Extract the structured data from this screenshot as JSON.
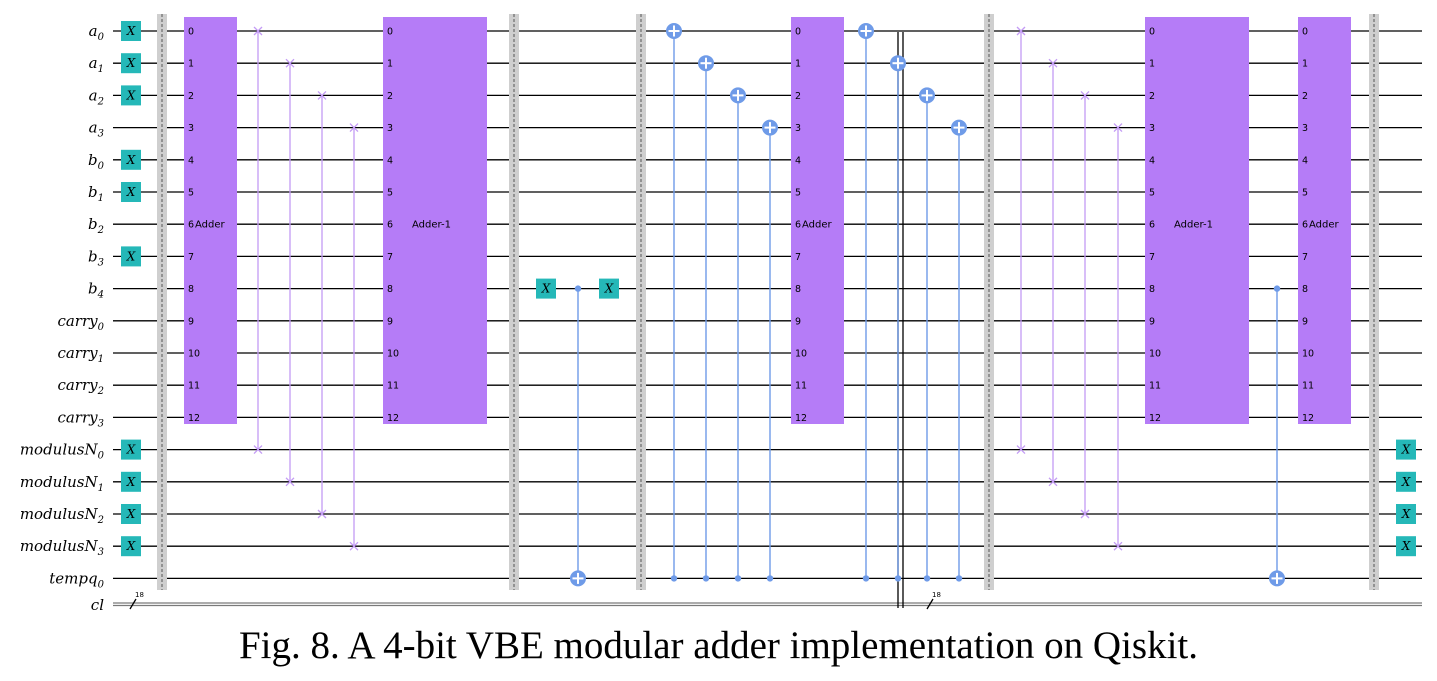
{
  "caption": "Fig. 8. A 4-bit VBE modular adder implementation on Qiskit.",
  "qubits": [
    {
      "base": "a",
      "sub": "0"
    },
    {
      "base": "a",
      "sub": "1"
    },
    {
      "base": "a",
      "sub": "2"
    },
    {
      "base": "a",
      "sub": "3"
    },
    {
      "base": "b",
      "sub": "0"
    },
    {
      "base": "b",
      "sub": "1"
    },
    {
      "base": "b",
      "sub": "2"
    },
    {
      "base": "b",
      "sub": "3"
    },
    {
      "base": "b",
      "sub": "4"
    },
    {
      "base": "carry",
      "sub": "0"
    },
    {
      "base": "carry",
      "sub": "1"
    },
    {
      "base": "carry",
      "sub": "2"
    },
    {
      "base": "carry",
      "sub": "3"
    },
    {
      "base": "modulusN",
      "sub": "0"
    },
    {
      "base": "modulusN",
      "sub": "1"
    },
    {
      "base": "modulusN",
      "sub": "2"
    },
    {
      "base": "modulusN",
      "sub": "3"
    },
    {
      "base": "tempq",
      "sub": "0"
    }
  ],
  "classical_register": {
    "name": "cl",
    "size_label": "18"
  },
  "x_gate_label": "X",
  "block_pins": [
    "0",
    "1",
    "2",
    "3",
    "4",
    "5",
    "6",
    "7",
    "8",
    "9",
    "10",
    "11",
    "12"
  ],
  "blocks": [
    {
      "label": "Adder",
      "label_style": "inline"
    },
    {
      "label": "Adder-1",
      "label_style": "offset"
    },
    {
      "label": "Adder",
      "label_style": "inline"
    },
    {
      "label": "Adder-1",
      "label_style": "offset"
    },
    {
      "label": "Adder",
      "label_style": "inline"
    }
  ],
  "circuit": {
    "initial_x_qubits": [
      0,
      1,
      2,
      4,
      5,
      7,
      13,
      14,
      15,
      16
    ],
    "swap_group_1": [
      [
        0,
        13
      ],
      [
        1,
        14
      ],
      [
        2,
        15
      ],
      [
        3,
        16
      ]
    ],
    "b4_x_gates": 2,
    "cnot_b4_to_tempq": {
      "control": 8,
      "target": 17
    },
    "cnot_group_1": [
      [
        17,
        0
      ],
      [
        17,
        1
      ],
      [
        17,
        2
      ],
      [
        17,
        3
      ]
    ],
    "cnot_group_2": [
      [
        17,
        0
      ],
      [
        17,
        1
      ],
      [
        17,
        2
      ],
      [
        17,
        3
      ]
    ],
    "swap_group_2": [
      [
        0,
        13
      ],
      [
        1,
        14
      ],
      [
        2,
        15
      ],
      [
        3,
        16
      ]
    ],
    "final_cnot": {
      "control": 8,
      "target": 17
    },
    "final_x_qubits": [
      13,
      14,
      15,
      16
    ]
  }
}
